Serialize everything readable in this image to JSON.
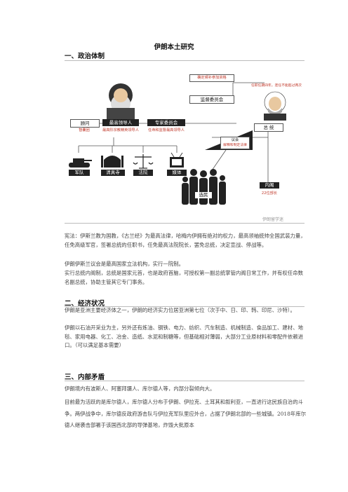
{
  "title": "伊朗本土研究",
  "sections": {
    "s1": {
      "heading": "一、政治体制"
    },
    "s2": {
      "heading": "二、经济状况"
    },
    "s3": {
      "heading": "三、内部矛盾"
    }
  },
  "diagram": {
    "top_box": "确定候补参加资格",
    "guardian_council": "监督委员会",
    "president_note": "任职任期四年，连任不能超过两次",
    "advisor": "顾问",
    "advisor_sub": "智囊团",
    "supreme_leader": "最高领导人",
    "supreme_leader_sub": "最高阶宗教精英领导人",
    "experts": "专家委员会",
    "experts_sub": "任命和监督最高领导人",
    "president": "总 统",
    "parliament": "议会",
    "parliament_sub": "解释和制定法律",
    "military": "军队",
    "mosque": "清真寺",
    "judiciary": "法院",
    "media": "媒体",
    "voters": "选民",
    "cabinet": "内阁",
    "cabinet_sub": "22位部长",
    "watermark": "伊朗留学迷"
  },
  "paragraphs": {
    "p1": "宪法：伊斯兰教为国教，《古兰经》为最高法律，哈梅内伊拥有绝对的权力，最高领袖统帅全国武装力量，任免高级军官，签署总统的任职书，任免最高法院院长，罢免总统，决定宣战、停战等。",
    "p2": "伊朗伊斯兰议会是最高国家立法机构，实行一院制。",
    "p3": "实行总统内阁制，总统是国家元首，也是政府首脑，可授权第一副总统掌管内阁日常工作，并有权任命数名副总统，协助主管其它专门事务。",
    "p4": "伊朗是亚洲主要经济体之一，伊朗的经济实力位居亚洲第七位（次于中、日、印、韩、印尼、沙特）。",
    "p5": "伊朗以石油开采业为主，另外还有炼油、钢铁、电力、纺织、汽车制造、机械制造、食品加工、建材、地毯、家用电器、化工、冶金、造纸、水泥和制糖等，但基础相对薄弱，大部分工业原材料和零配件依赖进口。（可以满足基本需要）",
    "p6": "伊朗境内有波斯人、阿塞拜疆人、库尔德人等，内部分裂倾向大。",
    "p7": "目前最为活跃的是库尔德人，库尔德人分布于伊朗、伊拉克、土耳其和叙利亚，一直进行这民族自治的斗争。两伊战争中，库尔德反政府游击队与伊拉克军队里应外合，占据了伊朗北部的一些城镇。2018年库尔德人继袭击部署于该国西北部的导弹基地，炸毁大批原本"
  }
}
